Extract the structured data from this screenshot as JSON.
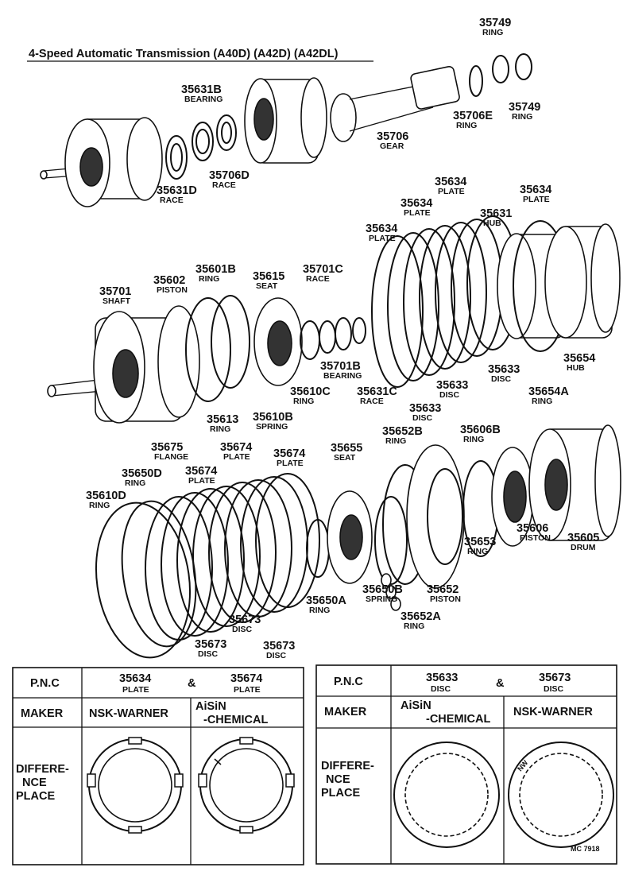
{
  "title": "4-Speed Automatic Transmission (A40D) (A42D) (A42DL)",
  "callouts": [
    {
      "pn": "35749",
      "name": "RING"
    },
    {
      "pn": "35631B",
      "name": "BEARING"
    },
    {
      "pn": "35706E",
      "name": "RING"
    },
    {
      "pn": "35749",
      "name": "RING"
    },
    {
      "pn": "35706",
      "name": "GEAR"
    },
    {
      "pn": "35706D",
      "name": "RACE"
    },
    {
      "pn": "35631D",
      "name": "RACE"
    },
    {
      "pn": "35634",
      "name": "PLATE"
    },
    {
      "pn": "35634",
      "name": "PLATE"
    },
    {
      "pn": "35634",
      "name": "PLATE"
    },
    {
      "pn": "35634",
      "name": "PLATE"
    },
    {
      "pn": "35631",
      "name": "HUB"
    },
    {
      "pn": "35701",
      "name": "SHAFT"
    },
    {
      "pn": "35602",
      "name": "PISTON"
    },
    {
      "pn": "35601B",
      "name": "RING"
    },
    {
      "pn": "35615",
      "name": "SEAT"
    },
    {
      "pn": "35701C",
      "name": "RACE"
    },
    {
      "pn": "35701B",
      "name": "BEARING"
    },
    {
      "pn": "35610C",
      "name": "RING"
    },
    {
      "pn": "35631C",
      "name": "RACE"
    },
    {
      "pn": "35613",
      "name": "RING"
    },
    {
      "pn": "35610B",
      "name": "SPRING"
    },
    {
      "pn": "35633",
      "name": "DISC"
    },
    {
      "pn": "35633",
      "name": "DISC"
    },
    {
      "pn": "35633",
      "name": "DISC"
    },
    {
      "pn": "35654",
      "name": "HUB"
    },
    {
      "pn": "35654A",
      "name": "RING"
    },
    {
      "pn": "35675",
      "name": "FLANGE"
    },
    {
      "pn": "35674",
      "name": "PLATE"
    },
    {
      "pn": "35674",
      "name": "PLATE"
    },
    {
      "pn": "35674",
      "name": "PLATE"
    },
    {
      "pn": "35655",
      "name": "SEAT"
    },
    {
      "pn": "35652B",
      "name": "RING"
    },
    {
      "pn": "35606B",
      "name": "RING"
    },
    {
      "pn": "35650D",
      "name": "RING"
    },
    {
      "pn": "35610D",
      "name": "RING"
    },
    {
      "pn": "35606",
      "name": "PISTON"
    },
    {
      "pn": "35605",
      "name": "DRUM"
    },
    {
      "pn": "35653",
      "name": "RING"
    },
    {
      "pn": "35652",
      "name": "PISTON"
    },
    {
      "pn": "35650B",
      "name": "SPRING"
    },
    {
      "pn": "35650A",
      "name": "RING"
    },
    {
      "pn": "35652A",
      "name": "RING"
    },
    {
      "pn": "35673",
      "name": "DISC"
    },
    {
      "pn": "35673",
      "name": "DISC"
    },
    {
      "pn": "35673",
      "name": "DISC"
    }
  ],
  "table_left": {
    "pnc_label": "P.N.C",
    "pnc1": "35634",
    "pnc1_name": "PLATE",
    "amp": "&",
    "pnc2": "35674",
    "pnc2_name": "PLATE",
    "maker_label": "MAKER",
    "maker1": "NSK-WARNER",
    "maker2_line1": "AiSiN",
    "maker2_line2": "-CHEMICAL",
    "diff_line1": "DIFFERE-",
    "diff_line2": "NCE",
    "diff_line3": "PLACE"
  },
  "table_right": {
    "pnc_label": "P.N.C",
    "pnc1": "35633",
    "pnc1_name": "DISC",
    "amp": "&",
    "pnc2": "35673",
    "pnc2_name": "DISC",
    "maker_label": "MAKER",
    "maker1_line1": "AiSiN",
    "maker1_line2": "-CHEMICAL",
    "maker2": "NSK-WARNER",
    "diff_line1": "DIFFERE-",
    "diff_line2": "NCE",
    "diff_line3": "PLACE",
    "nw_mark": "NW"
  },
  "footer_code": "MC 7918"
}
